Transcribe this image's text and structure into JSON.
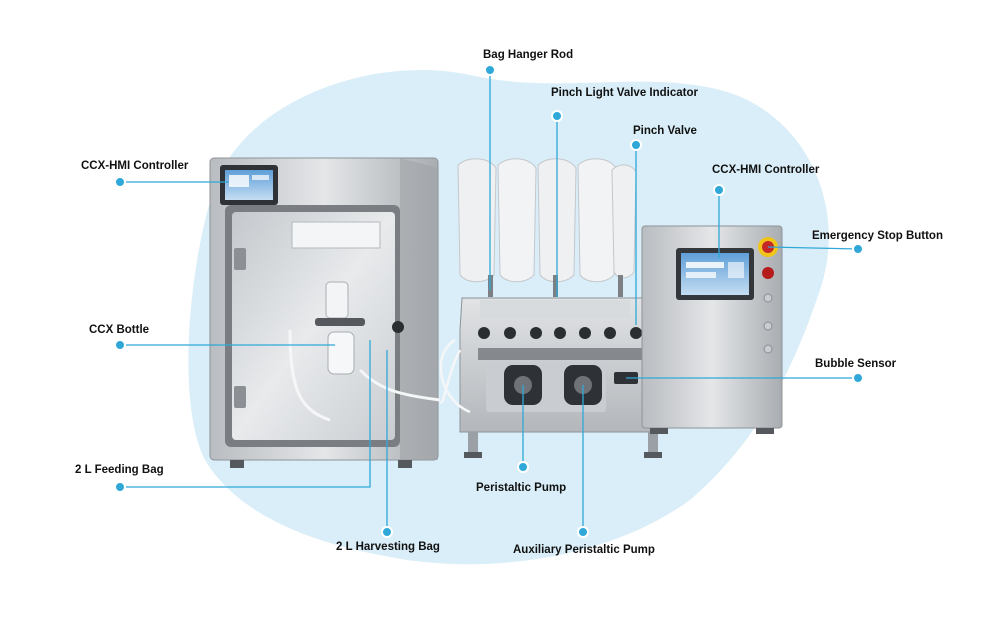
{
  "diagram": {
    "accent_color": "#2fa8d8",
    "blob_color": "#d9eef8",
    "labels": {
      "hmi_left": "CCX-HMI Controller",
      "ccx_bottle": "CCX Bottle",
      "feeding_bag": "2 L Feeding Bag",
      "harvesting_bag": "2 L Harvesting Bag",
      "bag_hanger": "Bag Hanger Rod",
      "pinch_light": "Pinch Light Valve Indicator",
      "pinch_valve": "Pinch Valve",
      "hmi_right": "CCX-HMI Controller",
      "emergency_stop": "Emergency Stop Button",
      "bubble_sensor": "Bubble Sensor",
      "peristaltic_pump": "Peristaltic Pump",
      "aux_pump": "Auxiliary Peristaltic Pump"
    }
  }
}
